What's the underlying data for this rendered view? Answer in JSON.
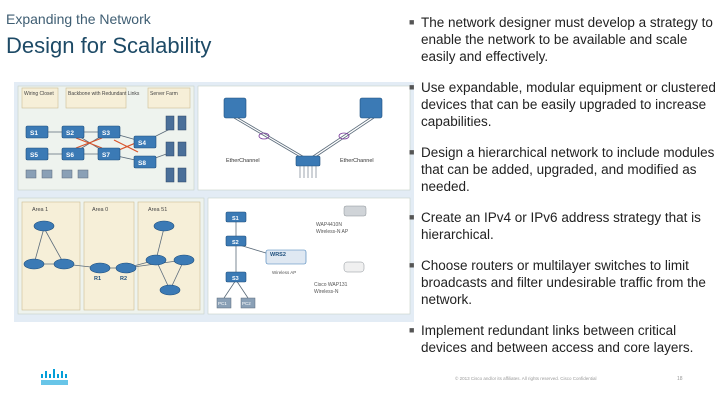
{
  "header": {
    "eyebrow": "Expanding the Network",
    "title": "Design for Scalability"
  },
  "bullets": [
    "The network designer must develop a strategy to enable the network to be available and scale easily and effectively.",
    "Use expandable, modular equipment or clustered devices that can be easily upgraded to increase capabilities.",
    "Design a hierarchical network to include modules that can be added, upgraded, and modified as needed.",
    "Create an IPv4 or IPv6 address strategy that is hierarchical.",
    "Choose routers or multilayer switches to limit broadcasts and filter undesirable traffic from the network.",
    "Implement redundant links between critical devices and between access and core layers."
  ],
  "figure_campus": {
    "zone_labels": [
      "Wiring Closet",
      "Backbone with Redundant Links",
      "Server Farm"
    ],
    "switch_labels": [
      "S1",
      "S2",
      "S3",
      "S4",
      "S5",
      "S6",
      "S7",
      "S8"
    ]
  },
  "figure_etherchannel": {
    "labels": [
      "EtherChannel",
      "EtherChannel"
    ]
  },
  "figure_ospf": {
    "area_labels": [
      "Area 1",
      "Area 0",
      "Area 51"
    ],
    "router_labels": [
      "R1",
      "R2"
    ]
  },
  "figure_wireless": {
    "switch_labels": [
      "S1",
      "S2",
      "S3"
    ],
    "router_label": "WRS2",
    "ap_label": "Wireless AP",
    "ap1_model": "WAP4410N",
    "ap1_desc": "Wireless-N AP",
    "ap2_model": "Cisco WAP131",
    "ap2_desc": "Wireless-N",
    "pc_labels": [
      "PC1",
      "PC2"
    ]
  },
  "footer": {
    "copyright": "© 2013 Cisco and/or its affiliates. All rights reserved.   Cisco Confidential",
    "page": "18"
  }
}
